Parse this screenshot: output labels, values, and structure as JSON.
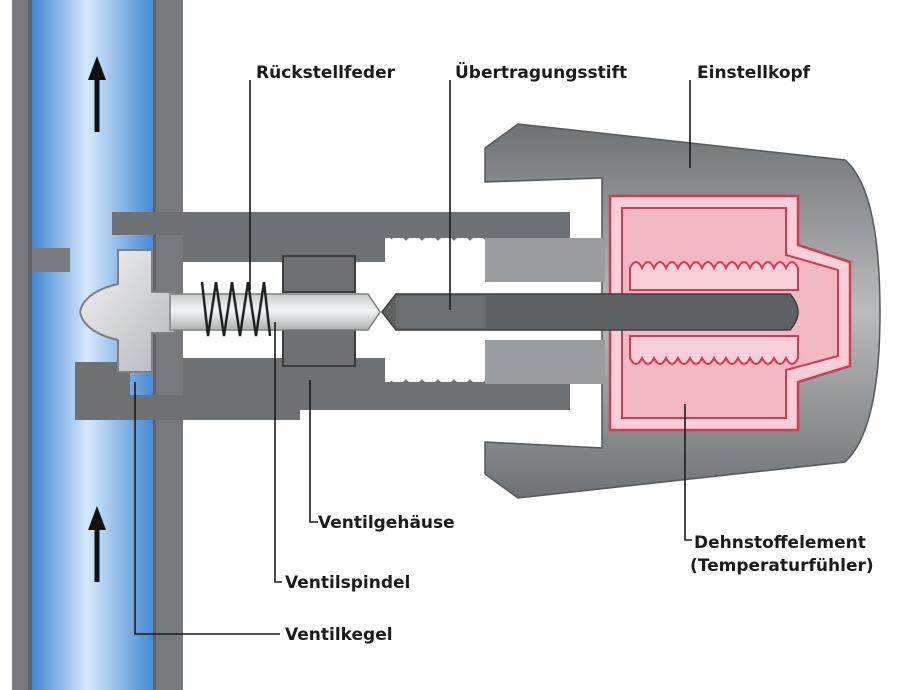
{
  "labels": {
    "rueckstellfeder": "Rückstellfeder",
    "uebertragungsstift": "Übertragungsstift",
    "einstellkopf": "Einstellkopf",
    "ventilgehaeuse": "Ventilgehäuse",
    "ventilspindel": "Ventilspindel",
    "ventilkegel": "Ventilkegel",
    "dehnstoffelement_line1": "Dehnstoffelement",
    "dehnstoffelement_line2": "(Temperaturfühler)"
  },
  "colors": {
    "water_blue": "#4f93d8",
    "water_light": "#bcdaf6",
    "pipe_wall": "#777a7d",
    "housing_gray": "#6d7073",
    "knob_gray": "#8a8d90",
    "element_pink": "#f2b9c3",
    "element_red": "#d23a55",
    "spindle_light": "#e2e4e6",
    "pin_dark": "#5f6265"
  },
  "icons": [
    "flow-arrow-up-icon",
    "flow-arrow-up-icon"
  ]
}
